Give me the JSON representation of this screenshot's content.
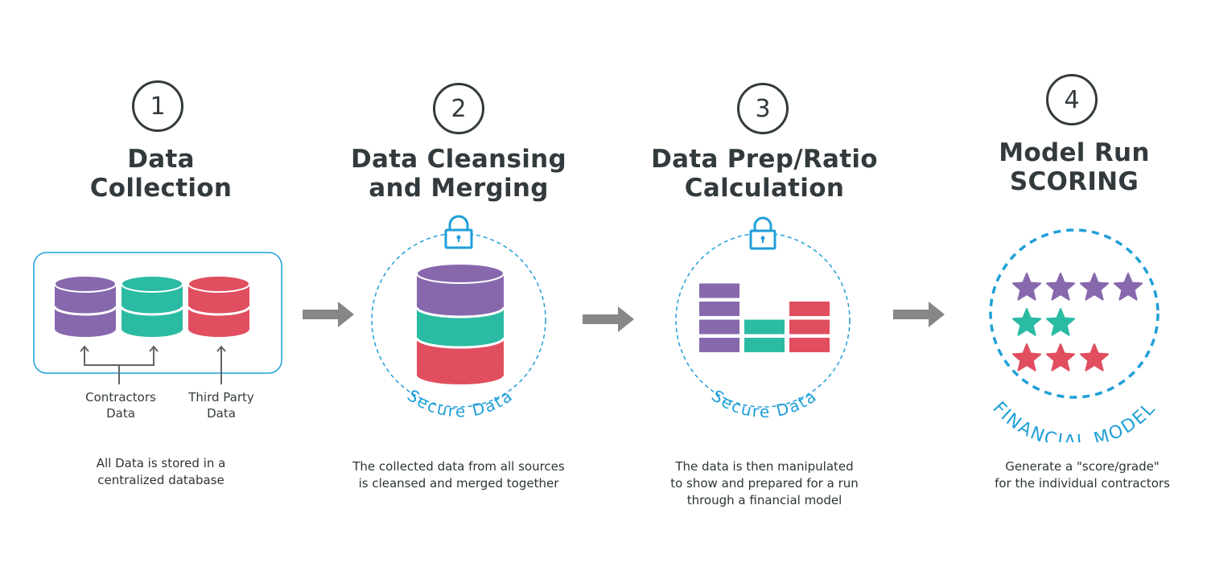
{
  "colors": {
    "text": "#333a3d",
    "accent": "#1f9fd8",
    "purple": "#8768ad",
    "teal": "#2bbba3",
    "red": "#e04e5f",
    "arrow": "#858788"
  },
  "steps": [
    {
      "number": "1",
      "title_line1": "Data",
      "title_line2": "Collection",
      "sources": [
        {
          "label_line1": "Contractors",
          "label_line2": "Data"
        },
        {
          "label_line1": "Third Party",
          "label_line2": "Data"
        }
      ],
      "desc_line1": "All Data is stored in a",
      "desc_line2": "centralized database"
    },
    {
      "number": "2",
      "title_line1": "Data Cleansing",
      "title_line2": "and Merging",
      "badge": "Secure Data",
      "desc_line1": "The collected data from all sources",
      "desc_line2": "is cleansed and merged together"
    },
    {
      "number": "3",
      "title_line1": "Data Prep/Ratio",
      "title_line2": "Calculation",
      "badge": "Secure Data",
      "bars": {
        "purple": 4,
        "teal": 2,
        "red": 3
      },
      "desc_line1": "The data is then manipulated",
      "desc_line2": "to show and prepared for a run",
      "desc_line3": "through a financial model"
    },
    {
      "number": "4",
      "title_line1": "Model Run",
      "title_line2": "SCORING",
      "badge": "FINANCIAL MODEL",
      "ratings": {
        "purple": 4,
        "teal": 2,
        "red": 3
      },
      "desc_line1": "Generate a \"score/grade\"",
      "desc_line2": "for the individual contractors"
    }
  ],
  "icons": {
    "database": "database-icon",
    "lock": "lock-icon",
    "arrow": "arrow-right-icon",
    "star": "star-icon"
  }
}
